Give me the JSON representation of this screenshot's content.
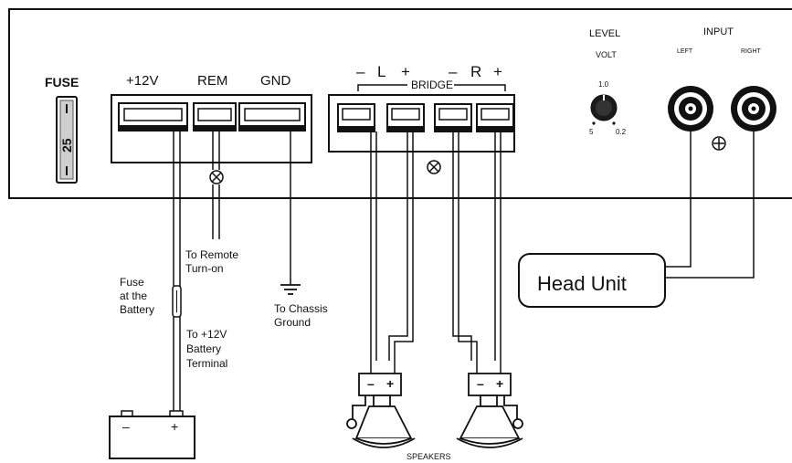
{
  "panel": {
    "fuse_label": "FUSE",
    "fuse_value": "25",
    "terminal_12v": "+12V",
    "terminal_rem": "REM",
    "terminal_gnd": "GND",
    "left_minus": "–",
    "left_letter": "L",
    "left_plus": "+",
    "right_minus": "–",
    "right_letter": "R",
    "right_plus": "+",
    "bridge_label": "BRIDGE",
    "level_label": "LEVEL",
    "volt_label": "VOLT",
    "volt_1": "1.0",
    "volt_5": "5",
    "volt_02": "0.2",
    "input_label": "INPUT",
    "input_left": "LEFT",
    "input_right": "RIGHT"
  },
  "wiring": {
    "remote_line1": "To Remote",
    "remote_line2": "Turn-on",
    "fuse_line1": "Fuse",
    "fuse_line2": "at the",
    "fuse_line3": "Battery",
    "battery_line1": "To +12V",
    "battery_line2": "Battery",
    "battery_line3": "Terminal",
    "chassis_line1": "To Chassis",
    "chassis_line2": "Ground",
    "head_unit": "Head Unit",
    "speakers": "SPEAKERS",
    "battery_minus": "–",
    "battery_plus": "+",
    "spk1_minus": "–",
    "spk1_plus": "+",
    "spk2_minus": "–",
    "spk2_plus": "+"
  }
}
